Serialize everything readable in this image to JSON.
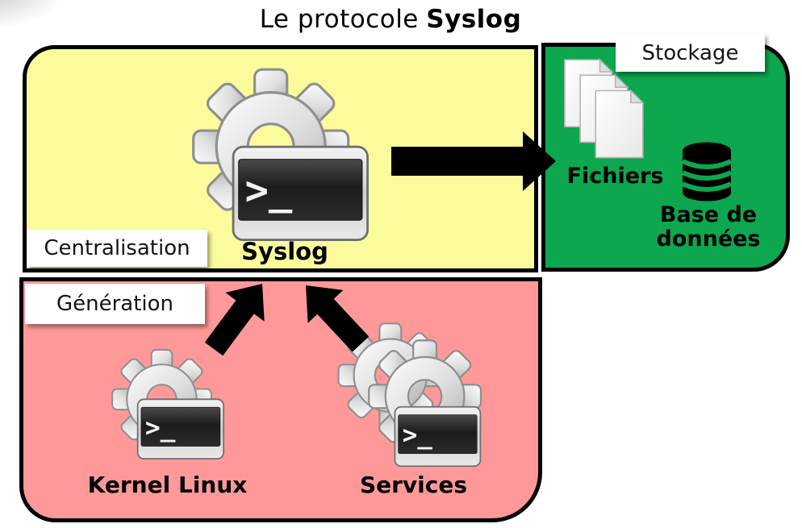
{
  "title": {
    "prefix": "Le protocole",
    "emphasis": "Syslog"
  },
  "zones": {
    "centralisation": {
      "label": "Centralisation",
      "syslog_caption": "Syslog"
    },
    "stockage": {
      "label": "Stockage",
      "files_caption": "Fichiers",
      "database_caption": "Base de données"
    },
    "generation": {
      "label": "Génération",
      "kernel_caption": "Kernel Linux",
      "services_caption": "Services"
    }
  },
  "icons": {
    "syslog": "gear-terminal",
    "files": "document-stack",
    "database": "database-cylinder",
    "kernel": "gear-terminal",
    "services": "double-gear-terminal",
    "flow_arrows": [
      "centralisation-to-stockage",
      "kernel-to-syslog",
      "services-to-syslog"
    ]
  },
  "colors": {
    "centralisation_bg": "#FBFB9B",
    "stockage_bg": "#0CA74E",
    "generation_bg": "#FF9999",
    "box_border": "#000000",
    "label_bg": "#FFFFFF",
    "arrow": "#000000",
    "text": "#000000"
  }
}
